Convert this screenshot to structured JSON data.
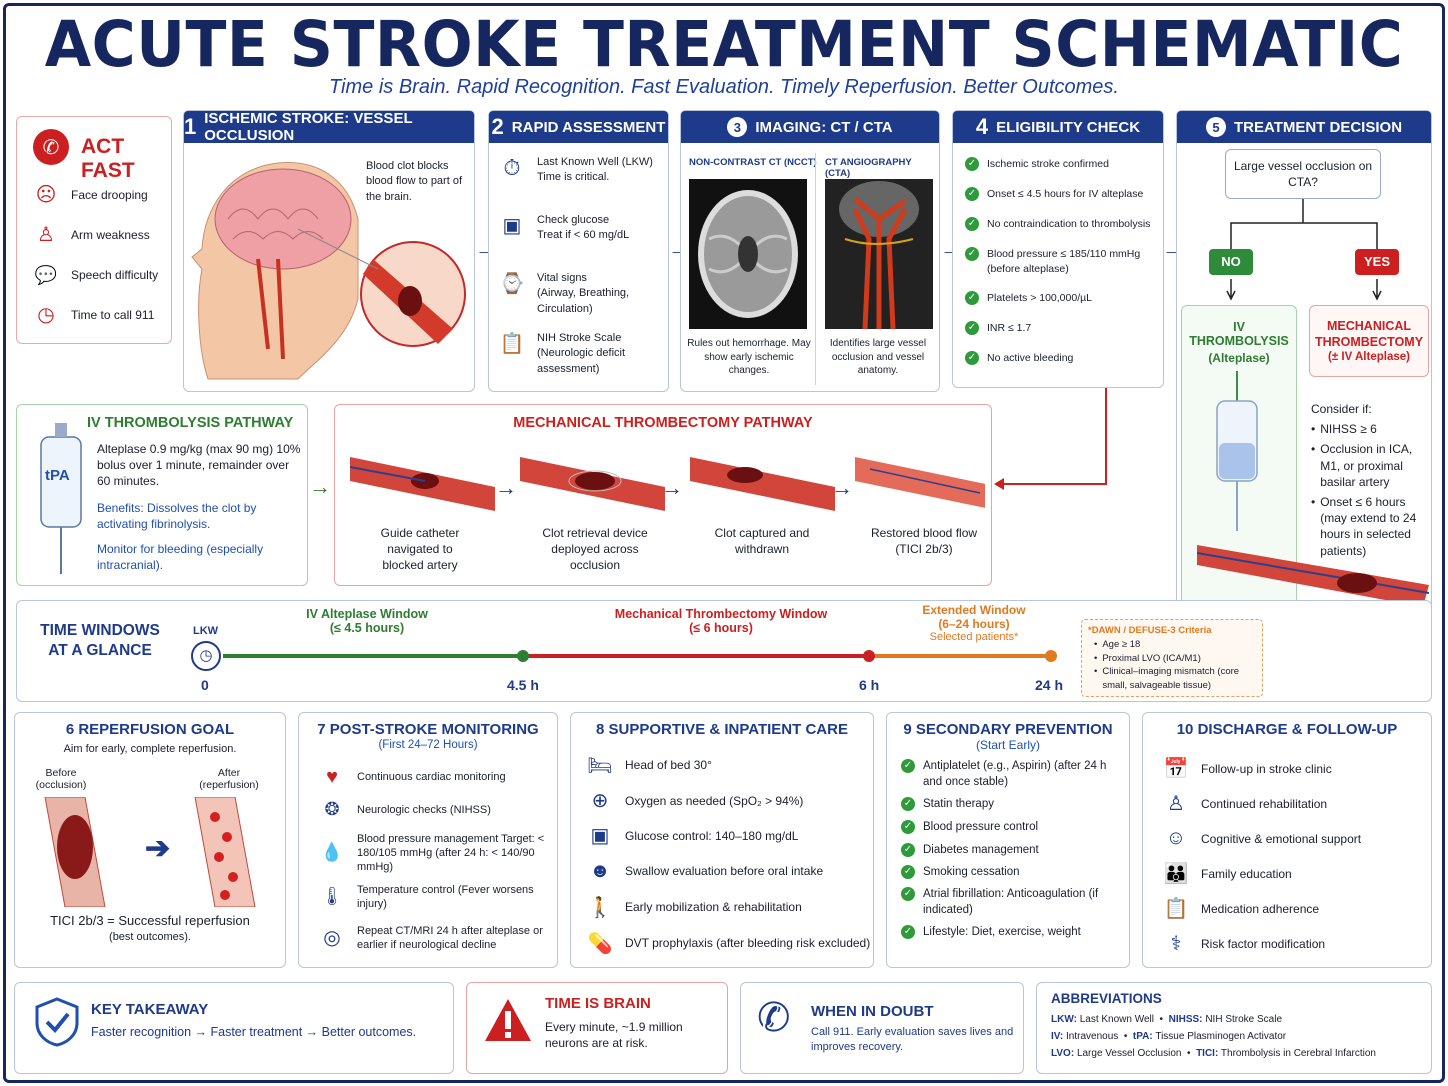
{
  "title": "ACUTE STROKE TREATMENT SCHEMATIC",
  "subtitle": "Time is Brain. Rapid Recognition. Fast Evaluation. Timely Reperfusion. Better Outcomes.",
  "act_fast": {
    "title": "ACT FAST",
    "items": [
      "Face drooping",
      "Arm weakness",
      "Speech difficulty",
      "Time to call 911"
    ]
  },
  "step1": {
    "num": "1",
    "title": "ISCHEMIC STROKE: VESSEL OCCLUSION",
    "caption": "Blood clot blocks blood flow to part of the brain."
  },
  "step2": {
    "num": "2",
    "title": "RAPID ASSESSMENT",
    "items": [
      {
        "title": "Last Known Well (LKW)",
        "text": "Time is critical."
      },
      {
        "title": "Check glucose",
        "text": "Treat if < 60 mg/dL"
      },
      {
        "title": "Vital signs",
        "text": "(Airway, Breathing, Circulation)"
      },
      {
        "title": "NIH Stroke Scale",
        "text": "(Neurologic deficit assessment)"
      }
    ]
  },
  "step3": {
    "num": "3",
    "title": "IMAGING: CT / CTA",
    "ncct_label": "NON-CONTRAST CT (NCCT)",
    "ncct_caption": "Rules out hemorrhage. May show early ischemic changes.",
    "cta_label": "CT ANGIOGRAPHY (CTA)",
    "cta_caption": "Identifies large vessel occlusion and vessel anatomy."
  },
  "step4": {
    "num": "4",
    "title": "ELIGIBILITY CHECK",
    "items": [
      "Ischemic stroke confirmed",
      "Onset ≤ 4.5 hours for IV alteplase",
      "No contraindication to thrombolysis",
      "Blood pressure ≤ 185/110 mmHg (before alteplase)",
      "Platelets > 100,000/µL",
      "INR ≤ 1.7",
      "No active bleeding"
    ]
  },
  "step5": {
    "num": "5",
    "title": "TREATMENT DECISION",
    "question": "Large vessel occlusion on CTA?",
    "no": "NO",
    "yes": "YES",
    "iv_title": "IV THROMBOLYSIS",
    "iv_sub": "(Alteplase)",
    "mt_title": "MECHANICAL THROMBECTOMY",
    "mt_sub": "(± IV Alteplase)",
    "consider": "Consider if:",
    "bullets": [
      "NIHSS ≥ 6",
      "Occlusion in ICA, M1, or proximal basilar artery",
      "Onset ≤ 6 hours (may extend to 24 hours in selected patients)"
    ]
  },
  "iv_pathway": {
    "title": "IV THROMBOLYSIS PATHWAY",
    "bag_label": "tPA",
    "dose": "Alteplase 0.9 mg/kg (max 90 mg) 10% bolus over 1 minute, remainder over 60 minutes.",
    "benefits": "Benefits: Dissolves the clot by activating fibrinolysis.",
    "monitor": "Monitor for bleeding (especially intracranial)."
  },
  "mt_pathway": {
    "title": "MECHANICAL THROMBECTOMY PATHWAY",
    "steps": [
      "Guide catheter navigated to blocked artery",
      "Clot retrieval device deployed across occlusion",
      "Clot captured and withdrawn",
      "Restored blood flow (TICI 2b/3)"
    ]
  },
  "timeline": {
    "title": "TIME WINDOWS AT A GLANCE",
    "lkw": "LKW",
    "iv_window": "IV Alteplase Window",
    "iv_range": "(≤ 4.5 hours)",
    "mt_window": "Mechanical Thrombectomy Window",
    "mt_range": "(≤ 6 hours)",
    "ext_window": "Extended Window",
    "ext_range": "(6–24 hours)",
    "ext_note": "Selected patients*",
    "ticks": [
      "0",
      "4.5 h",
      "6 h",
      "24 h"
    ],
    "dawn_title": "*DAWN / DEFUSE-3 Criteria",
    "dawn_items": [
      "Age ≥ 18",
      "Proximal LVO (ICA/M1)",
      "Clinical–imaging mismatch (core small, salvageable tissue)"
    ]
  },
  "s6": {
    "title": "6  REPERFUSION GOAL",
    "sub": "Aim for early, complete reperfusion.",
    "before": "Before (occlusion)",
    "after": "After (reperfusion)",
    "tici": "TICI 2b/3 = Successful reperfusion",
    "tici2": "(best outcomes)."
  },
  "s7": {
    "title": "7  POST-STROKE MONITORING",
    "sub": "(First 24–72 Hours)",
    "items": [
      "Continuous cardiac monitoring",
      "Neurologic checks (NIHSS)",
      "Blood pressure management Target: < 180/105 mmHg (after 24 h: < 140/90 mmHg)",
      "Temperature control (Fever worsens injury)",
      "Repeat CT/MRI 24 h after alteplase or earlier if neurological decline"
    ]
  },
  "s8": {
    "title": "8  SUPPORTIVE & INPATIENT CARE",
    "items": [
      "Head of bed 30°",
      "Oxygen as needed (SpO₂ > 94%)",
      "Glucose control: 140–180 mg/dL",
      "Swallow evaluation before oral intake",
      "Early mobilization & rehabilitation",
      "DVT prophylaxis (after bleeding risk excluded)"
    ]
  },
  "s9": {
    "title": "9  SECONDARY PREVENTION",
    "sub": "(Start Early)",
    "items": [
      "Antiplatelet (e.g., Aspirin) (after 24 h and once stable)",
      "Statin therapy",
      "Blood pressure control",
      "Diabetes management",
      "Smoking cessation",
      "Atrial fibrillation: Anticoagulation (if indicated)",
      "Lifestyle: Diet, exercise, weight"
    ]
  },
  "s10": {
    "title": "10  DISCHARGE & FOLLOW-UP",
    "items": [
      "Follow-up in stroke clinic",
      "Continued rehabilitation",
      "Cognitive & emotional support",
      "Family education",
      "Medication adherence",
      "Risk factor modification"
    ]
  },
  "key": {
    "title": "KEY TAKEAWAY",
    "text": "Faster recognition → Faster treatment → Better outcomes."
  },
  "brain": {
    "title": "TIME IS BRAIN",
    "text": "Every minute, ~1.9 million neurons are at risk."
  },
  "doubt": {
    "title": "WHEN IN DOUBT",
    "text": "Call 911. Early evaluation saves lives and improves recovery."
  },
  "abbr": {
    "title": "ABBREVIATIONS",
    "items": [
      [
        "LKW:",
        "Last Known Well"
      ],
      [
        "NIHSS:",
        "NIH Stroke Scale"
      ],
      [
        "IV:",
        "Intravenous"
      ],
      [
        "tPA:",
        "Tissue Plasminogen Activator"
      ],
      [
        "LVO:",
        "Large Vessel Occlusion"
      ],
      [
        "TICI:",
        "Thrombolysis in Cerebral Infarction"
      ]
    ]
  },
  "colors": {
    "navy": "#1e3a8a",
    "red": "#cc1f1f",
    "green": "#2e7d32",
    "orange": "#e07a1f"
  }
}
